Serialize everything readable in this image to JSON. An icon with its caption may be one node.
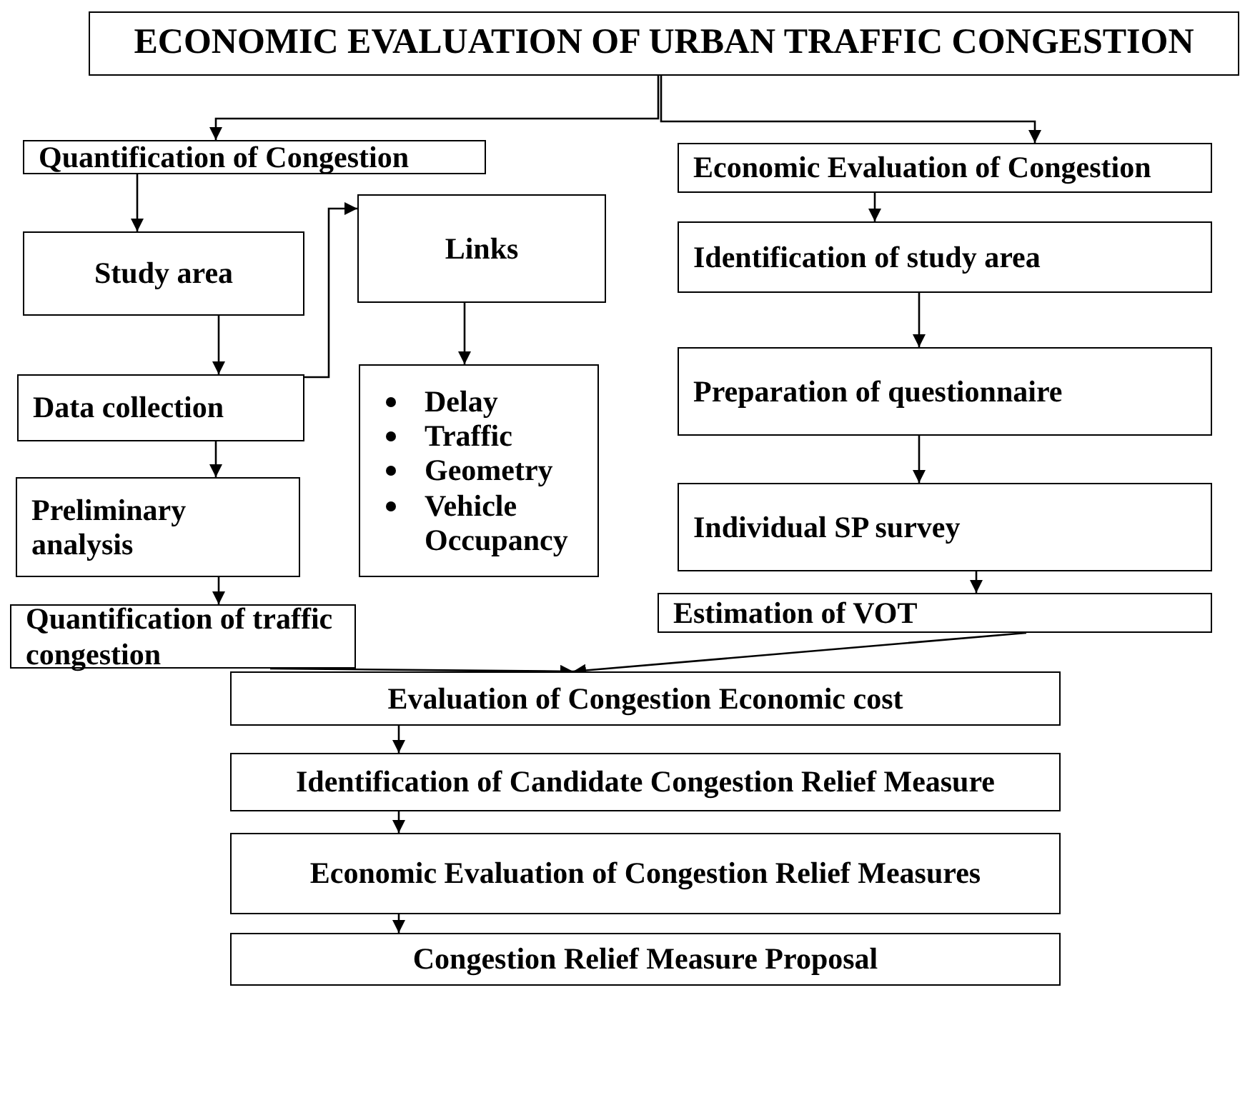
{
  "diagram": {
    "nodes": [
      {
        "text": [
          "ECONOMIC EVALUATION OF URBAN TRAFFIC CONGESTION"
        ]
      },
      {
        "text": [
          "Quantification of Congestion"
        ]
      },
      {
        "text": [
          "Study area"
        ]
      },
      {
        "text": [
          "Links"
        ]
      },
      {
        "text": [
          "Delay",
          "Traffic",
          "Geometry",
          "Vehicle Occupancy"
        ]
      },
      {
        "text": [
          "Data collection"
        ]
      },
      {
        "text": [
          "Preliminary analysis"
        ]
      },
      {
        "text": [
          "Quantification of traffic congestion"
        ]
      },
      {
        "text": [
          "Economic Evaluation of Congestion"
        ]
      },
      {
        "text": [
          "Identification of study area"
        ]
      },
      {
        "text": [
          "Preparation of questionnaire"
        ]
      },
      {
        "text": [
          "Individual SP survey"
        ]
      },
      {
        "text": [
          "Estimation of VOT"
        ]
      },
      {
        "text": [
          "Evaluation of Congestion Economic cost"
        ]
      },
      {
        "text": [
          "Identification of Candidate Congestion Relief Measure"
        ]
      },
      {
        "text": [
          "Economic Evaluation of Congestion Relief Measures"
        ]
      },
      {
        "text": [
          "Congestion Relief Measure Proposal"
        ]
      }
    ],
    "edges": [
      {
        "from": 0,
        "to": 1,
        "arrow": "to"
      },
      {
        "from": 0,
        "to": 8,
        "arrow": "to"
      },
      {
        "from": 1,
        "to": 2,
        "arrow": "to"
      },
      {
        "from": 2,
        "to": 5,
        "arrow": "to"
      },
      {
        "from": 5,
        "to": 3,
        "arrow": "to"
      },
      {
        "from": 3,
        "to": 4,
        "arrow": "to"
      },
      {
        "from": 5,
        "to": 6,
        "arrow": "to"
      },
      {
        "from": 6,
        "to": 7,
        "arrow": "to"
      },
      {
        "from": 7,
        "to": 13,
        "arrow": "to"
      },
      {
        "from": 8,
        "to": 9,
        "arrow": "to"
      },
      {
        "from": 9,
        "to": 10,
        "arrow": "to"
      },
      {
        "from": 10,
        "to": 11,
        "arrow": "to"
      },
      {
        "from": 11,
        "to": 12,
        "arrow": "to"
      },
      {
        "from": 12,
        "to": 13,
        "arrow": "to"
      },
      {
        "from": 13,
        "to": 14,
        "arrow": "to"
      },
      {
        "from": 14,
        "to": 15,
        "arrow": "to"
      },
      {
        "from": 15,
        "to": 16,
        "arrow": "to"
      }
    ]
  }
}
